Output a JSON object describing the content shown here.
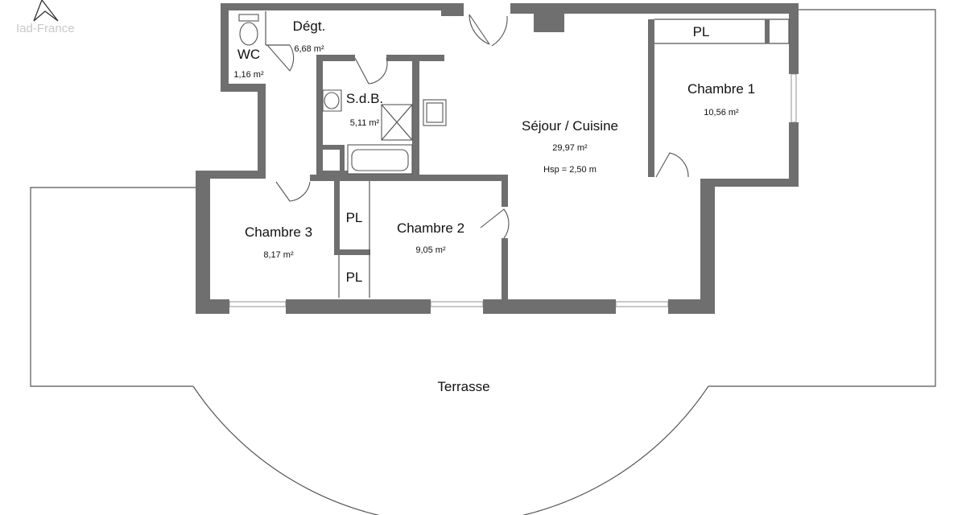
{
  "watermark": "Iad-France",
  "rooms": {
    "degt": {
      "name": "Dégt.",
      "area": "6,68 m²"
    },
    "wc": {
      "name": "WC",
      "area": "1,16 m²"
    },
    "sdb": {
      "name": "S.d.B.",
      "area": "5,11 m²"
    },
    "sejour": {
      "name": "Séjour / Cuisine",
      "area": "29,97 m²",
      "height": "Hsp = 2,50 m"
    },
    "chambre1": {
      "name": "Chambre 1",
      "area": "10,56 m²"
    },
    "chambre2": {
      "name": "Chambre 2",
      "area": "9,05 m²"
    },
    "chambre3": {
      "name": "Chambre 3",
      "area": "8,17 m²"
    },
    "terrasse": {
      "name": "Terrasse"
    }
  },
  "closets": {
    "pl_ch1": "PL",
    "pl_a": "PL",
    "pl_b": "PL"
  },
  "icons": {
    "compass": "north-arrow-icon"
  },
  "colors": {
    "wall": "#6f6f6f",
    "line": "#555555",
    "background": "#ffffff"
  }
}
